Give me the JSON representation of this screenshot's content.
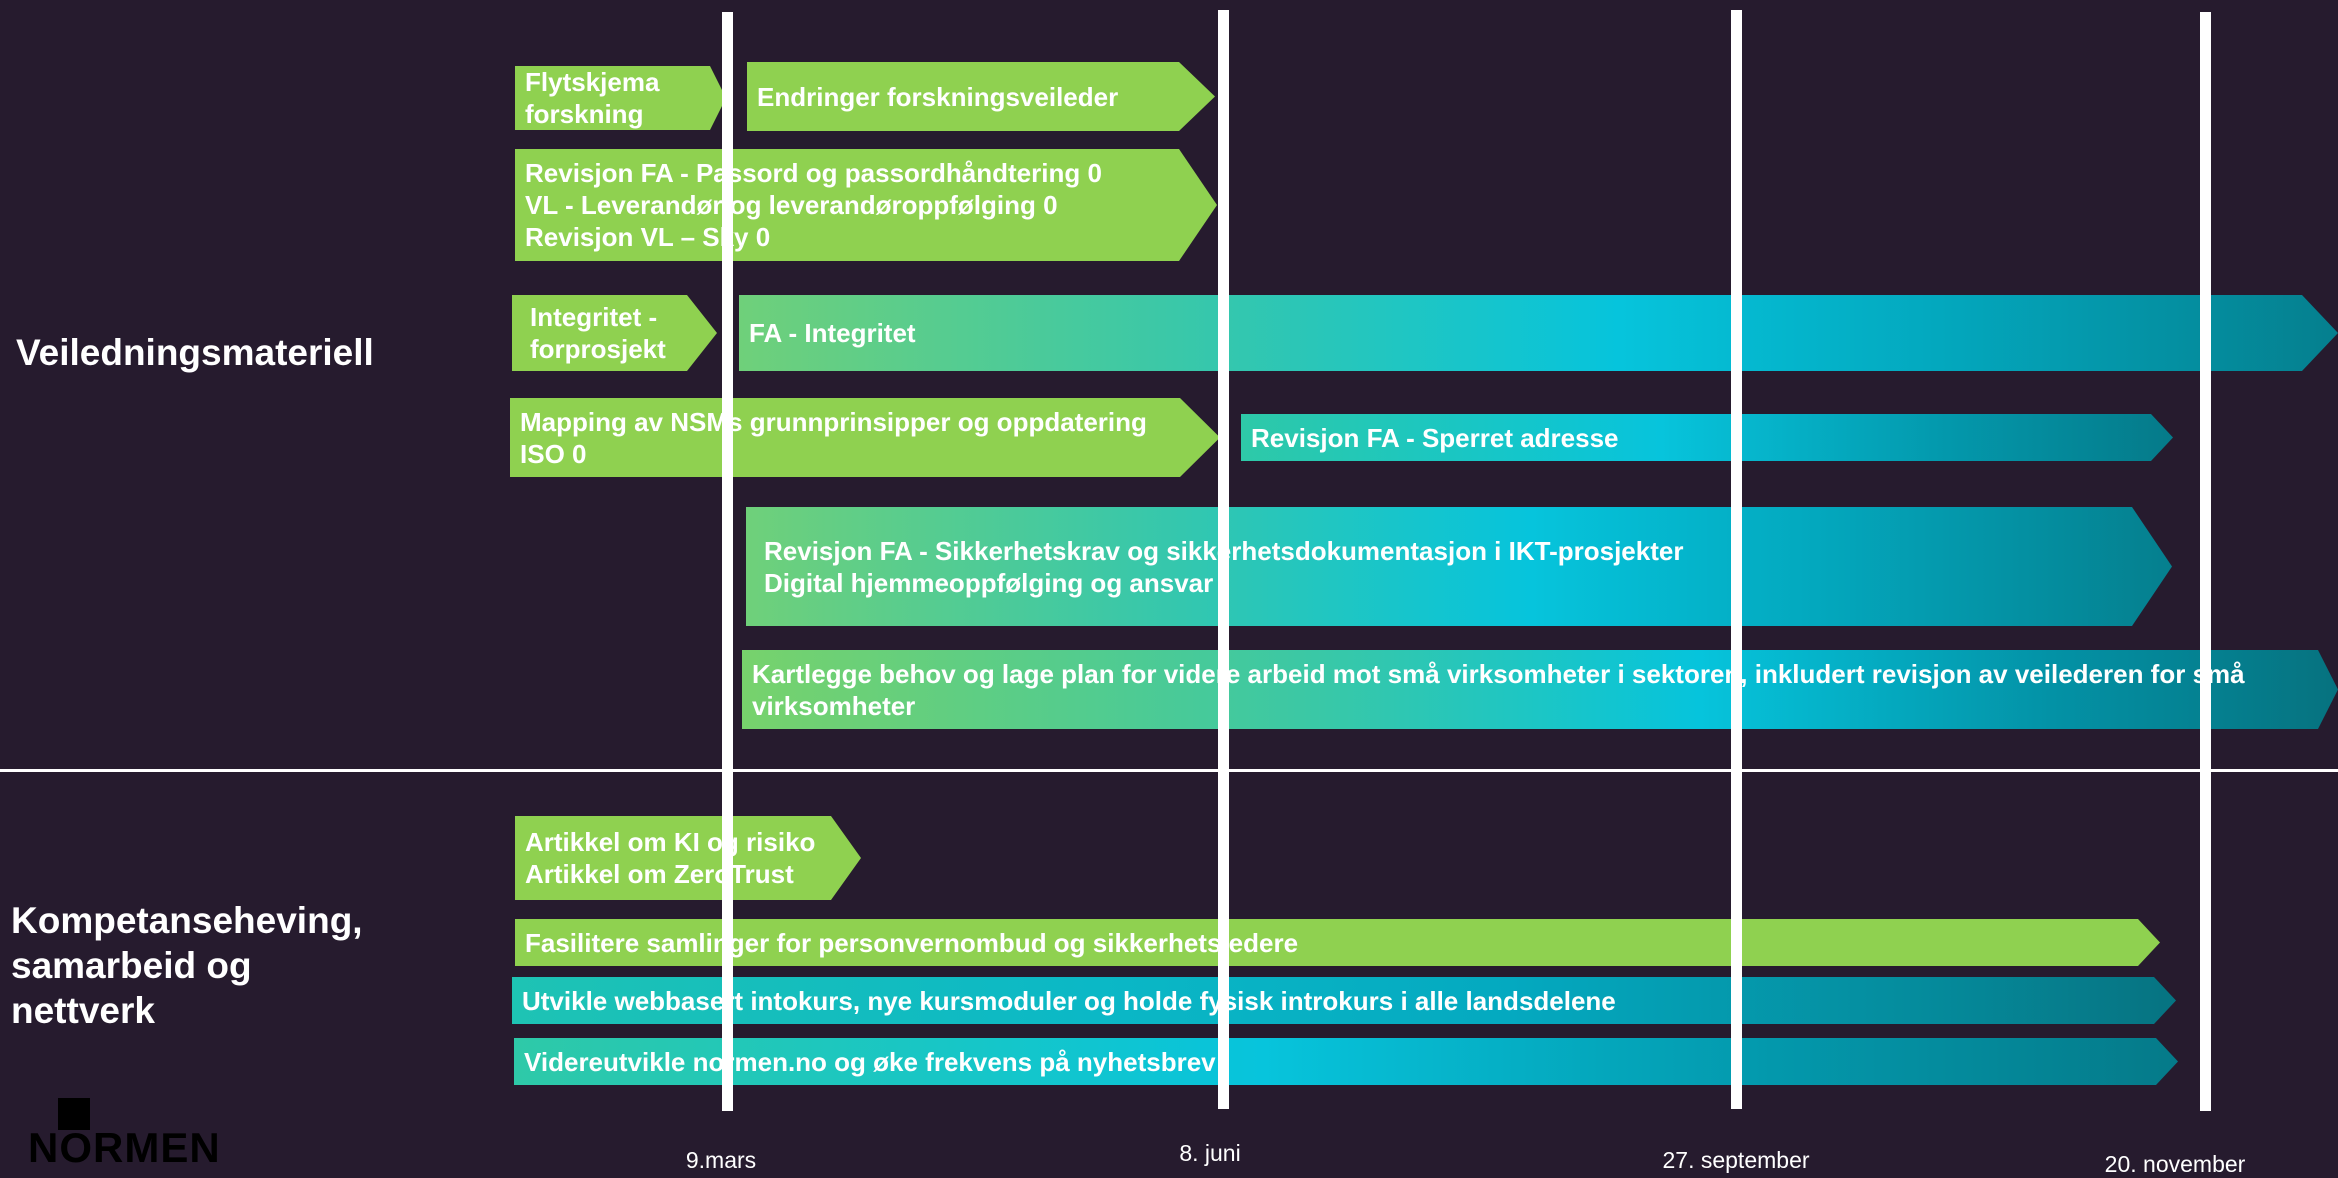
{
  "sections": {
    "top": "Veiledningsmateriell",
    "bottom": "Kompetanseheving,\nsamarbeid og\nnettverk"
  },
  "dates": [
    "9.mars",
    "8. juni",
    "27. september",
    "20. november"
  ],
  "items": {
    "flytskjema": "Flytskjema\nforskning",
    "endringer": "Endringer forskningsveileder",
    "revisjon_passord": "Revisjon FA - Passord og passordhåndtering 0\nVL - Leverandør og leverandøroppfølging 0\nRevisjon VL – Sky 0",
    "integritet_forprosjekt": "Integritet -\nforprosjekt",
    "fa_integritet": "FA - Integritet",
    "mapping_nsm": "Mapping av NSMs grunnprinsipper og oppdatering\nISO 0",
    "sperret_adresse": "Revisjon FA - Sperret adresse",
    "sikkerhetskrav": "Revisjon FA - Sikkerhetskrav og sikkerhetsdokumentasjon i IKT-prosjekter\nDigital hjemmeoppfølging og ansvar",
    "kartlegge": "Kartlegge behov og lage plan for videre arbeid mot små virksomheter i sektoren, inkludert revisjon av veilederen for små\nvirksomheter",
    "artikler": "Artikkel om KI og risiko\nArtikkel om ZeroTrust",
    "fasilitere": "Fasilitere samlinger for personvernombud og sikkerhetsledere",
    "utvikle_kurs": "Utvikle webbasert intokurs, nye kursmoduler og holde fysisk introkurs i alle landsdelene",
    "videreutvikle": "Videreutvikle normen.no og øke frekvens på nyhetsbrev"
  },
  "logo": {
    "text": "NORMEN"
  },
  "colors": {
    "background": "#261b2e",
    "green": "#8fd150",
    "teal": "#06c4dc",
    "teal_dark": "#057f8e",
    "lines": "#ffffff"
  }
}
